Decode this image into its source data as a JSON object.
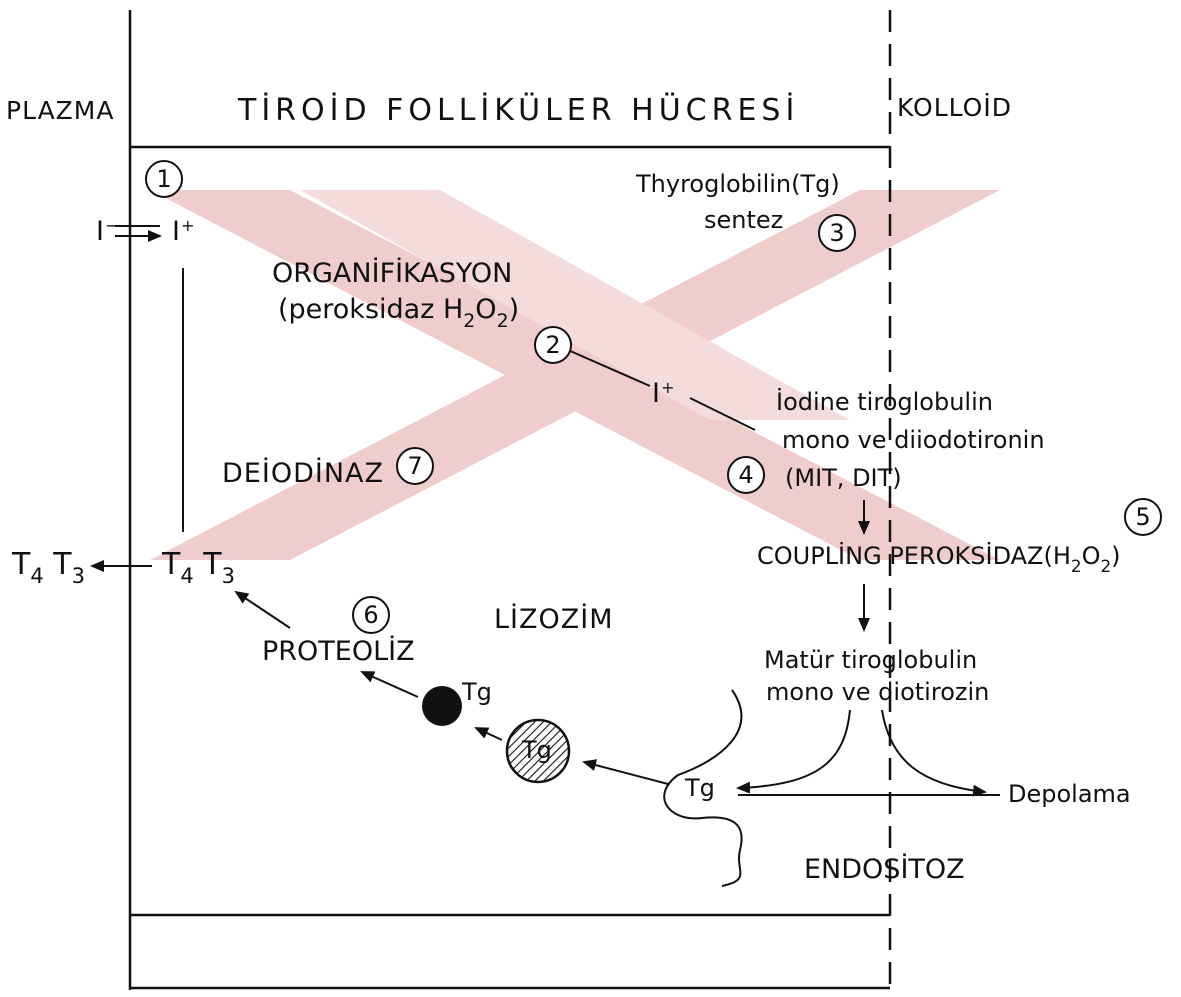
{
  "labels": {
    "plazma": "PLAZMA",
    "cell": "TİROİD FOLLİKÜLER HÜCRESİ",
    "kolloid": "KOLLOİD",
    "iodide_ion": "I",
    "iodide_sign": "−",
    "iodine_ion": "I",
    "iodine_sign": "+",
    "tg_synthesis_1": "Thyroglobilin(Tg)",
    "tg_synthesis_2": "sentez",
    "organif_title": "ORGANİFİKASYON",
    "organif_detail": "(peroksidaz H",
    "organif_h2": "2",
    "organif_o": "O",
    "organif_o2": "2",
    "organif_close": ")",
    "i_plus": "I",
    "i_plus_sign": "+",
    "iodine_tg_1": "İodine tiroglobulin",
    "iodine_tg_2": "mono ve diiodotironin",
    "mit_dit": "(MIT, DIT)",
    "deiodinaz": "DEİODİNAZ",
    "coupling": "COUPLİNG PEROKSİDAZ(H",
    "coupling_h2": "2",
    "coupling_o": "O",
    "coupling_o2": "2",
    "coupling_close": ")",
    "t4_left": "T",
    "t4_left_sub": "4",
    "t3_left": "T",
    "t3_left_sub": "3",
    "t4_cell": "T",
    "t4_cell_sub": "4",
    "t3_cell": "T",
    "t3_cell_sub": "3",
    "lizozim": "LİZOZİM",
    "proteoliz": "PROTEOLİZ",
    "matur_1": "Matür tiroglobulin",
    "matur_2": "mono ve diotirozin",
    "tg_dark": "Tg",
    "tg_hatched": "Tg",
    "tg_vesicle": "Tg",
    "depolama": "Depolama",
    "endositoz": "ENDOSİTOZ"
  },
  "steps": [
    "1",
    "2",
    "3",
    "4",
    "5",
    "6",
    "7"
  ],
  "colors": {
    "ink": "#111111",
    "watermark": "#e5a6a6",
    "background": "#ffffff"
  }
}
